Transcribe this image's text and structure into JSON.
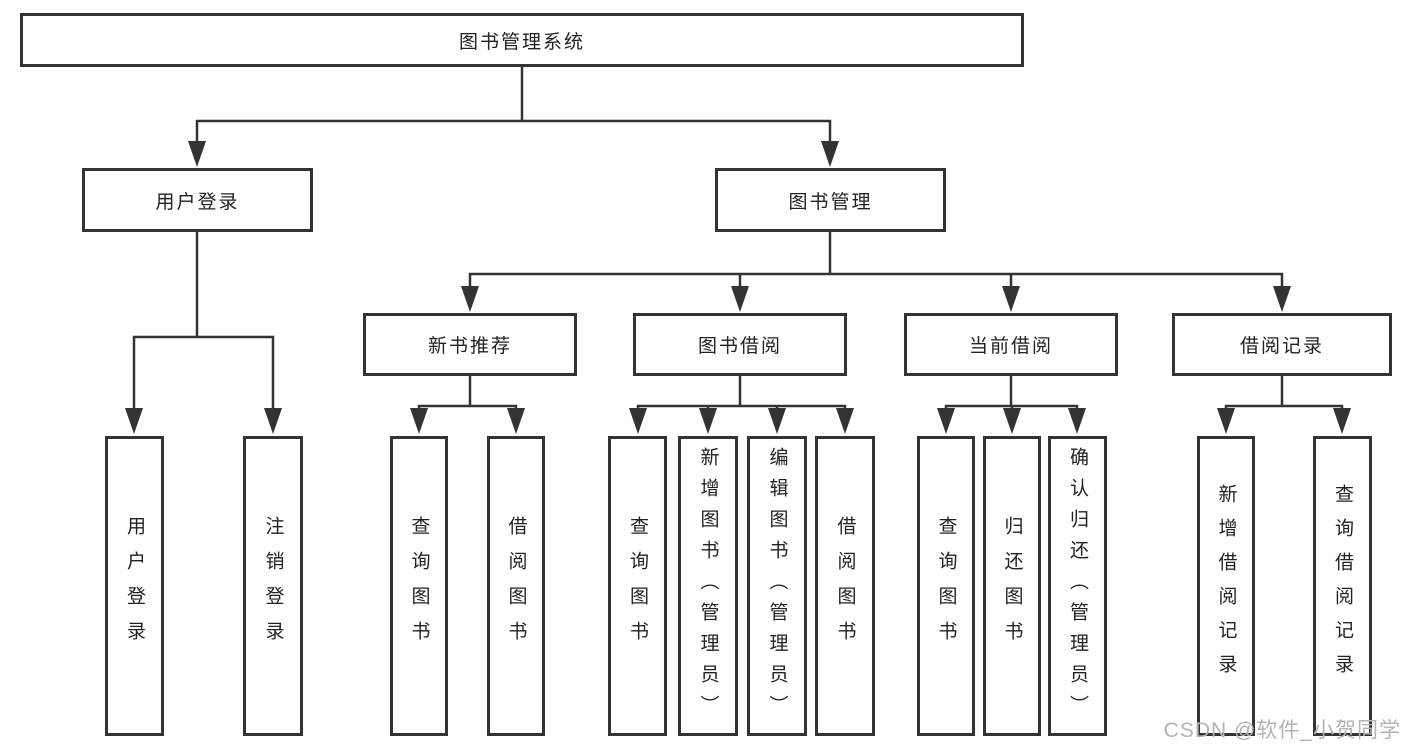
{
  "diagram": {
    "type": "hierarchy",
    "colors": {
      "line": "#333333",
      "box_border": "#333333",
      "text": "#222222",
      "background": "#ffffff",
      "watermark": "#b3b3b3"
    },
    "nodes": {
      "root": "图书管理系统",
      "user_login": "用户登录",
      "book_mgmt": "图书管理",
      "new_books": "新书推荐",
      "book_borrow": "图书借阅",
      "current_borrow": "当前借阅",
      "borrow_records": "借阅记录",
      "leaves": {
        "user_login": [
          "用户登录",
          "注销登录"
        ],
        "new_books": [
          "查询图书",
          "借阅图书"
        ],
        "book_borrow": [
          "查询图书",
          "新增图书（管理员）",
          "编辑图书（管理员）",
          "借阅图书"
        ],
        "current_borrow": [
          "查询图书",
          "归还图书",
          "确认归还（管理员）"
        ],
        "borrow_records": [
          "新增借阅记录",
          "查询借阅记录"
        ]
      }
    },
    "watermark": "CSDN @软件_小贺同学"
  }
}
